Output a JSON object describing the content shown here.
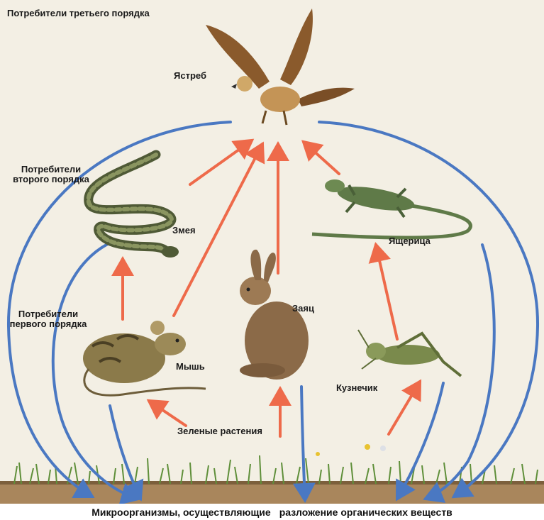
{
  "levels": {
    "third_order": "Потребители третьего порядка",
    "second_order": "Потребители второго порядка",
    "first_order": "Потребители первого порядка"
  },
  "organisms": {
    "hawk": "Ястреб",
    "snake": "Змея",
    "lizard": "Ящерица",
    "hare": "Заяц",
    "mouse": "Мышь",
    "grasshopper": "Кузнечик",
    "plants": "Зеленые растения"
  },
  "caption": {
    "part1": "Микроорганизмы, осуществляющие",
    "part2": "разложение органических веществ"
  },
  "colors": {
    "food_arrow": "#ee6a4a",
    "decomposition_arrow": "#4a78c2",
    "soil": "#a9865c",
    "grass": "#5f8f3a"
  }
}
